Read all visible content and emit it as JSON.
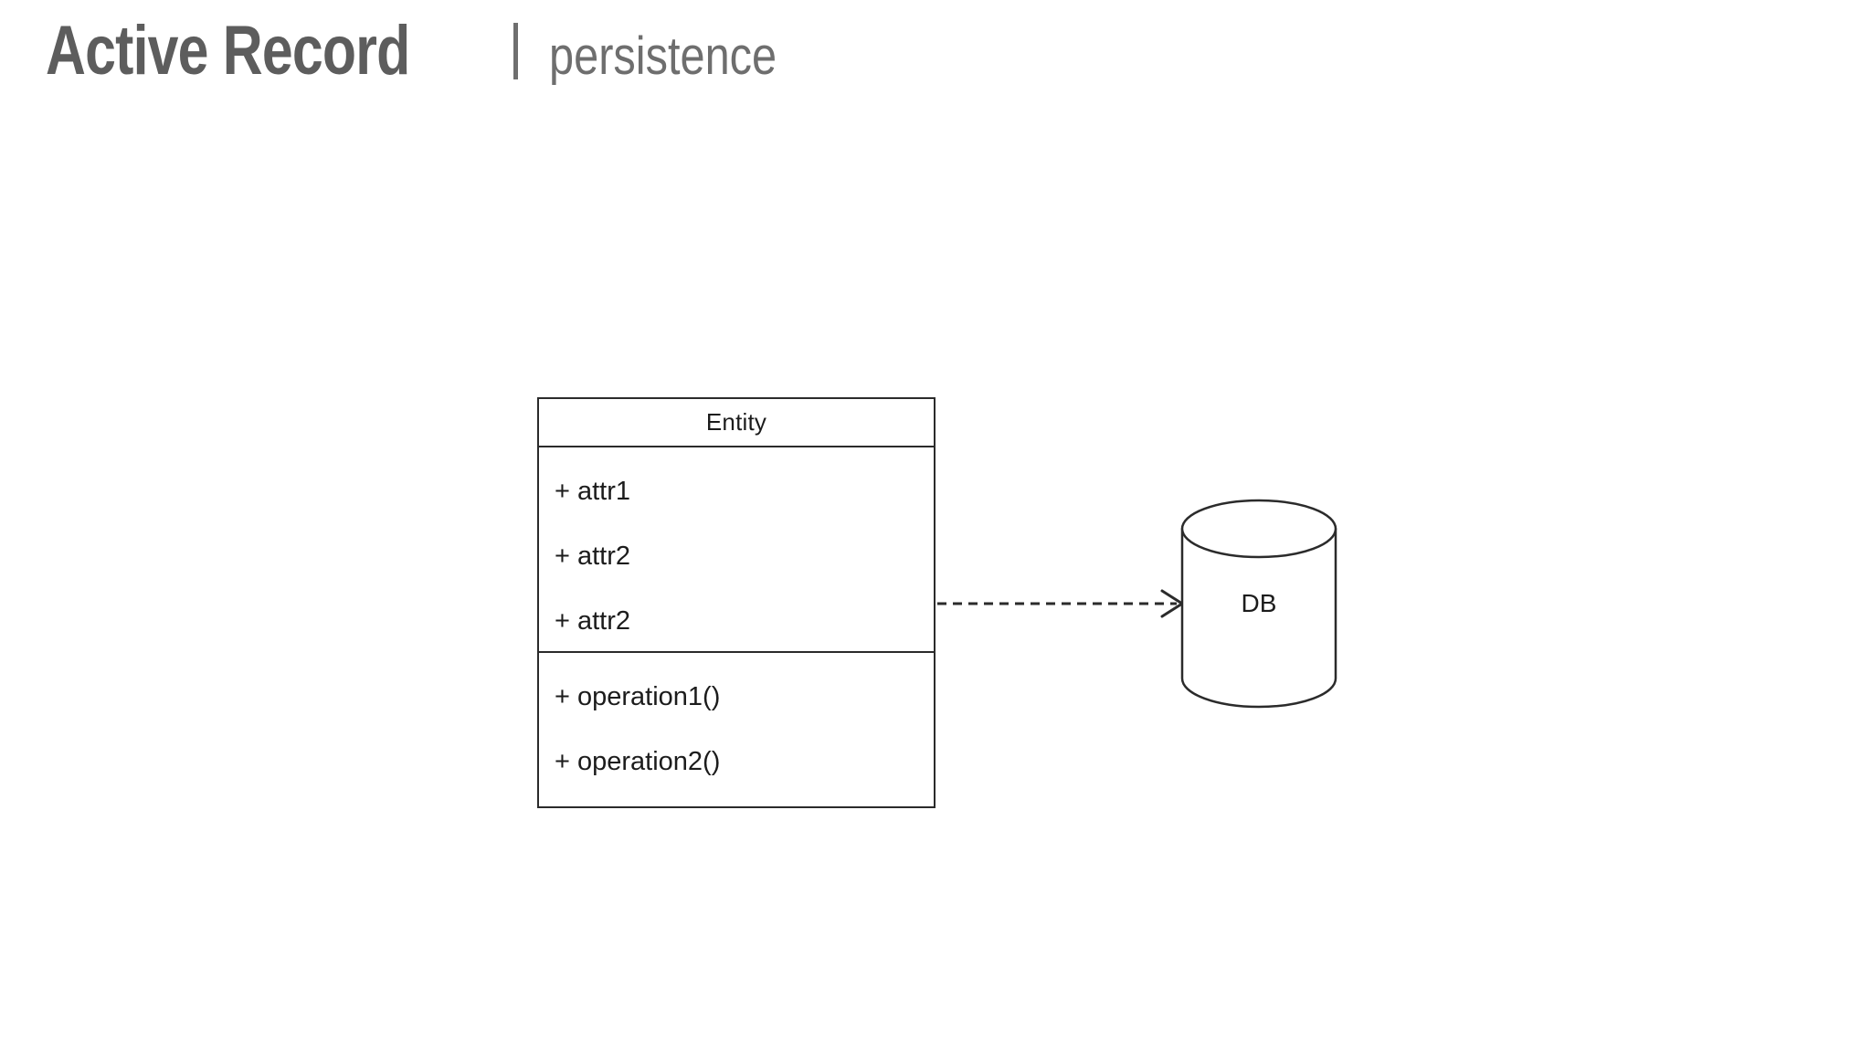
{
  "slide": {
    "title": "Active Record",
    "separator": "|",
    "subtitle": "persistence",
    "title_color": "#5d5d5d",
    "subtitle_color": "#6e6e6e",
    "background_color": "#ffffff"
  },
  "diagram": {
    "type": "uml-class-diagram",
    "stroke_color": "#2b2b2b",
    "text_color": "#1c1c1c",
    "class_box": {
      "name": "Entity",
      "attributes": [
        {
          "visibility": "+",
          "label": "+ attr1"
        },
        {
          "visibility": "+",
          "label": "+ attr2"
        },
        {
          "visibility": "+",
          "label": "+ attr2"
        }
      ],
      "operations": [
        {
          "visibility": "+",
          "label": "+ operation1()"
        },
        {
          "visibility": "+",
          "label": "+ operation2()"
        }
      ]
    },
    "database": {
      "label": "DB",
      "shape": "cylinder"
    },
    "connector": {
      "kind": "dependency",
      "line_style": "dashed",
      "arrowhead": "open",
      "from": "Entity",
      "to": "DB",
      "label": ""
    }
  }
}
